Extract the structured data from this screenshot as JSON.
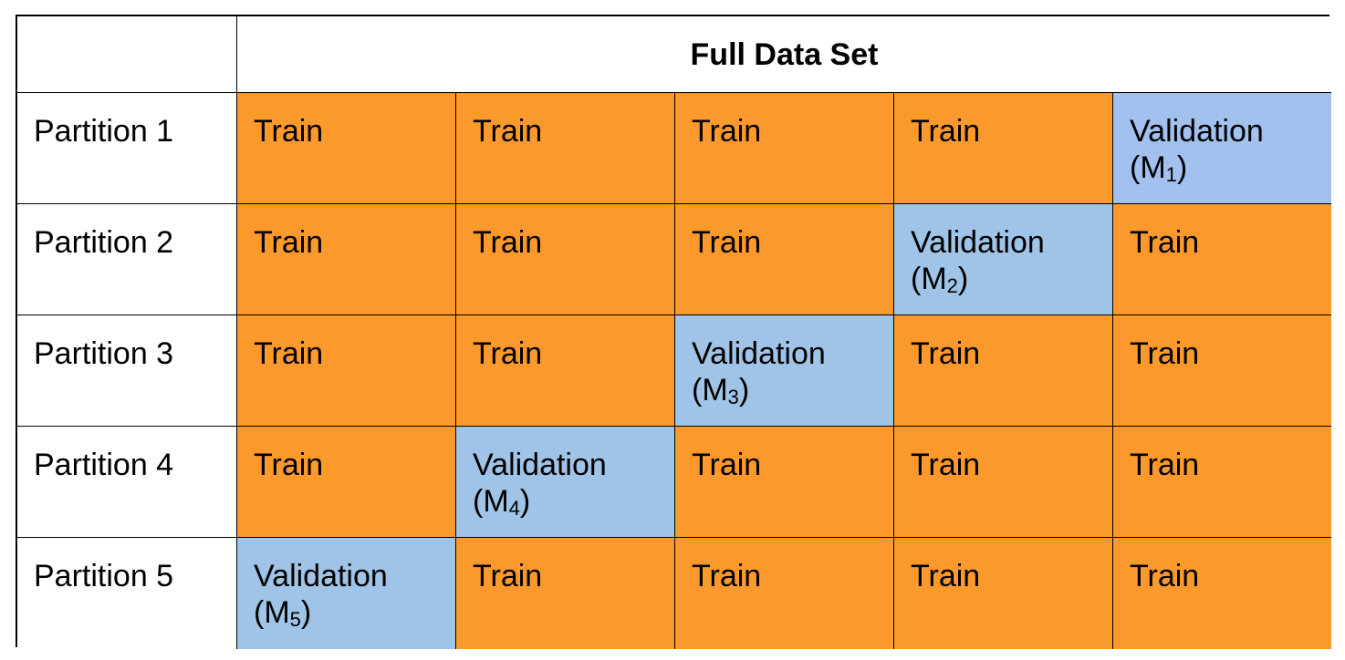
{
  "table": {
    "header": "Full Data Set",
    "rows": [
      {
        "label": "Partition 1",
        "cells": [
          {
            "kind": "train",
            "text": "Train"
          },
          {
            "kind": "train",
            "text": "Train"
          },
          {
            "kind": "train",
            "text": "Train"
          },
          {
            "kind": "train",
            "text": "Train"
          },
          {
            "kind": "validation",
            "text": "Validation",
            "model": "M",
            "sub": "1"
          }
        ]
      },
      {
        "label": "Partition 2",
        "cells": [
          {
            "kind": "train",
            "text": "Train"
          },
          {
            "kind": "train",
            "text": "Train"
          },
          {
            "kind": "train",
            "text": "Train"
          },
          {
            "kind": "validation",
            "text": "Validation",
            "model": "M",
            "sub": "2"
          },
          {
            "kind": "train",
            "text": "Train"
          }
        ]
      },
      {
        "label": "Partition 3",
        "cells": [
          {
            "kind": "train",
            "text": "Train"
          },
          {
            "kind": "train",
            "text": "Train"
          },
          {
            "kind": "validation",
            "text": "Validation",
            "model": "M",
            "sub": "3"
          },
          {
            "kind": "train",
            "text": "Train"
          },
          {
            "kind": "train",
            "text": "Train"
          }
        ]
      },
      {
        "label": "Partition 4",
        "cells": [
          {
            "kind": "train",
            "text": "Train"
          },
          {
            "kind": "validation",
            "text": "Validation",
            "model": "M",
            "sub": "4"
          },
          {
            "kind": "train",
            "text": "Train"
          },
          {
            "kind": "train",
            "text": "Train"
          },
          {
            "kind": "train",
            "text": "Train"
          }
        ]
      },
      {
        "label": "Partition 5",
        "cells": [
          {
            "kind": "validation",
            "text": "Validation",
            "model": "M",
            "sub": "5"
          },
          {
            "kind": "train",
            "text": "Train"
          },
          {
            "kind": "train",
            "text": "Train"
          },
          {
            "kind": "train",
            "text": "Train"
          },
          {
            "kind": "train",
            "text": "Train"
          }
        ]
      }
    ]
  },
  "colors": {
    "train": "#fb992c",
    "validation": "#9fc4e7",
    "border": "#000000"
  }
}
